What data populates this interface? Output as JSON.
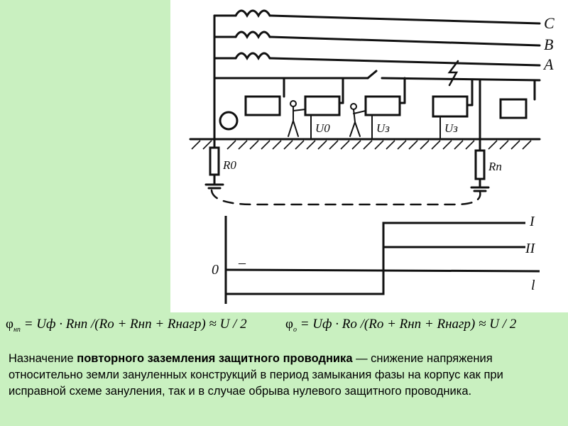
{
  "diagram": {
    "phase_labels": [
      "C",
      "B",
      "A"
    ],
    "voltage_labels": [
      "U0",
      "Uз",
      "Uз"
    ],
    "resistor_labels": [
      "R0",
      "Rп"
    ],
    "graph": {
      "zero_label": "0",
      "dash_label": "–",
      "line_labels": [
        "I",
        "II",
        "l"
      ]
    }
  },
  "formulas": {
    "left": {
      "phi": "φ",
      "sub": "нп",
      "body": "= Uф · Rнп /(Ro + Rнп + Rнагр) ≈ U / 2"
    },
    "right": {
      "phi": "φ",
      "sub": "о",
      "body": "= Uф · Ro /(Ro + Rнп + Rнагр) ≈ U / 2"
    }
  },
  "caption": {
    "prefix": "Назначение ",
    "bold": "повторного заземления защитного проводника",
    "suffix": " — снижение напряжения относительно земли зануленных конструкций в период замыкания фазы на корпус как при исправной схеме зануления, так и в случае обрыва нулевого защитного проводника."
  }
}
